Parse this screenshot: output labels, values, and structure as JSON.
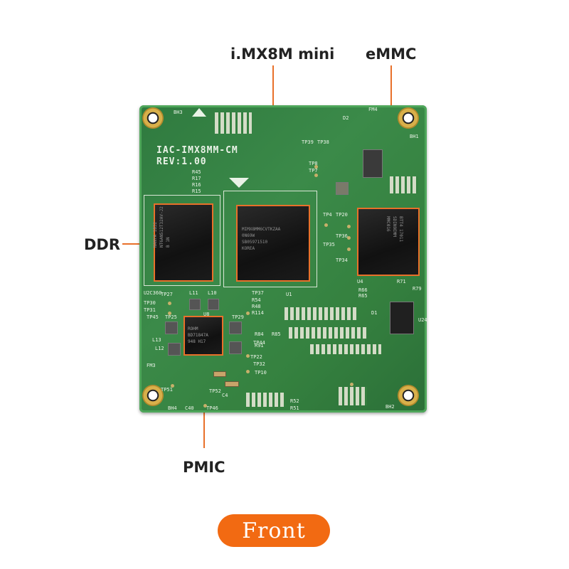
{
  "labels": {
    "soc": "i.MX8M mini",
    "emmc": "eMMC",
    "ddr": "DDR",
    "pmic": "PMIC"
  },
  "board": {
    "title_line1": "IAC-IMX8MM-CM",
    "title_line2": "REV:1.00",
    "bh1": "BH1",
    "bh2": "BH2",
    "bh3": "BH3",
    "bh4": "BH4",
    "fm3": "FM3",
    "fm4": "FM4",
    "u1": "U1",
    "u4": "U4",
    "u24": "U24",
    "u8": "U8",
    "refdes": [
      "R45",
      "R17",
      "R16",
      "R15",
      "TP39",
      "TP38",
      "TP8",
      "TP7",
      "TP4",
      "TP20",
      "TP36",
      "TP35",
      "TP34",
      "TP30",
      "TP31",
      "TP45",
      "TP25",
      "TP27",
      "TP37",
      "TP29",
      "TP44",
      "TP22",
      "TP32",
      "TP10",
      "TP52",
      "TP51",
      "TP46",
      "R54",
      "R48",
      "R114",
      "R84",
      "R85",
      "R91",
      "R66",
      "R65",
      "R71",
      "R79",
      "R52",
      "R51",
      "C40",
      "C4",
      "L11",
      "L10",
      "L13",
      "L12",
      "U2C360",
      "D1",
      "D2"
    ]
  },
  "chips": {
    "ddr_mark": "NANYA 1832\nNT6AN512T32AV-J2\nB 1N",
    "soc_mark": "MIMX8MM6CVTKZAA\n0N69W\nSB05971510\nKOREA",
    "emmc_mark": "BTT4 17011\nSDIN9EMM\nMMC016",
    "pmic_mark": "ROHM\nBD71847A\n948 H17"
  },
  "badge": {
    "text": "Front"
  },
  "colors": {
    "accent": "#e8702a",
    "pcb_green": "#3b8a49",
    "pill": "#f26a12"
  }
}
